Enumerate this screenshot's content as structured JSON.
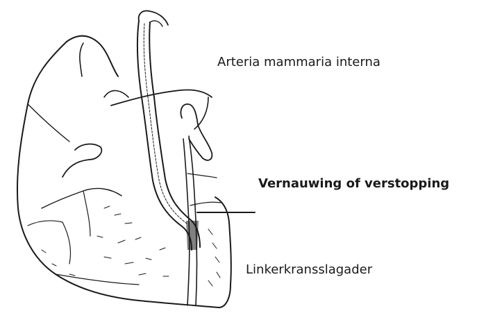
{
  "labels": {
    "arteria_mammaria_interna": "Arteria mammaria interna",
    "vernauwing": "Vernauwing of verstopping",
    "linkerkransslagader": "Linkerkransslagader"
  },
  "colors": {
    "ink": "#1a1a1a",
    "background": "#ffffff"
  }
}
